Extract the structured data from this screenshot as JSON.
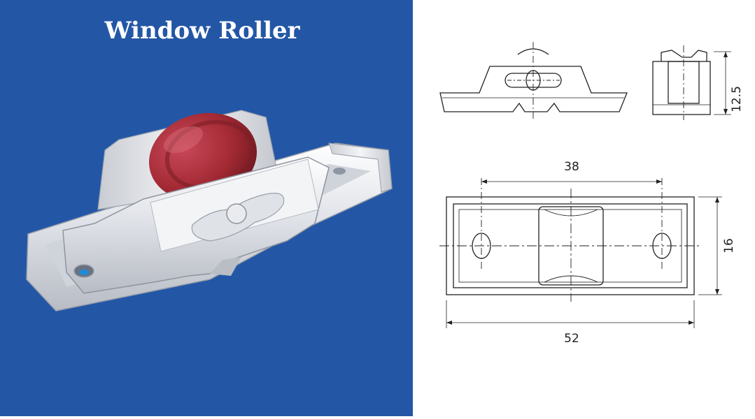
{
  "title": "Window Roller",
  "colors": {
    "panel": "#2357a6",
    "wheel": "#a32a34",
    "metal": "#e6e8ec",
    "line": "#222222"
  },
  "dimensions": {
    "height": "12.5",
    "hole_spacing": "38",
    "width": "16",
    "length": "52"
  }
}
